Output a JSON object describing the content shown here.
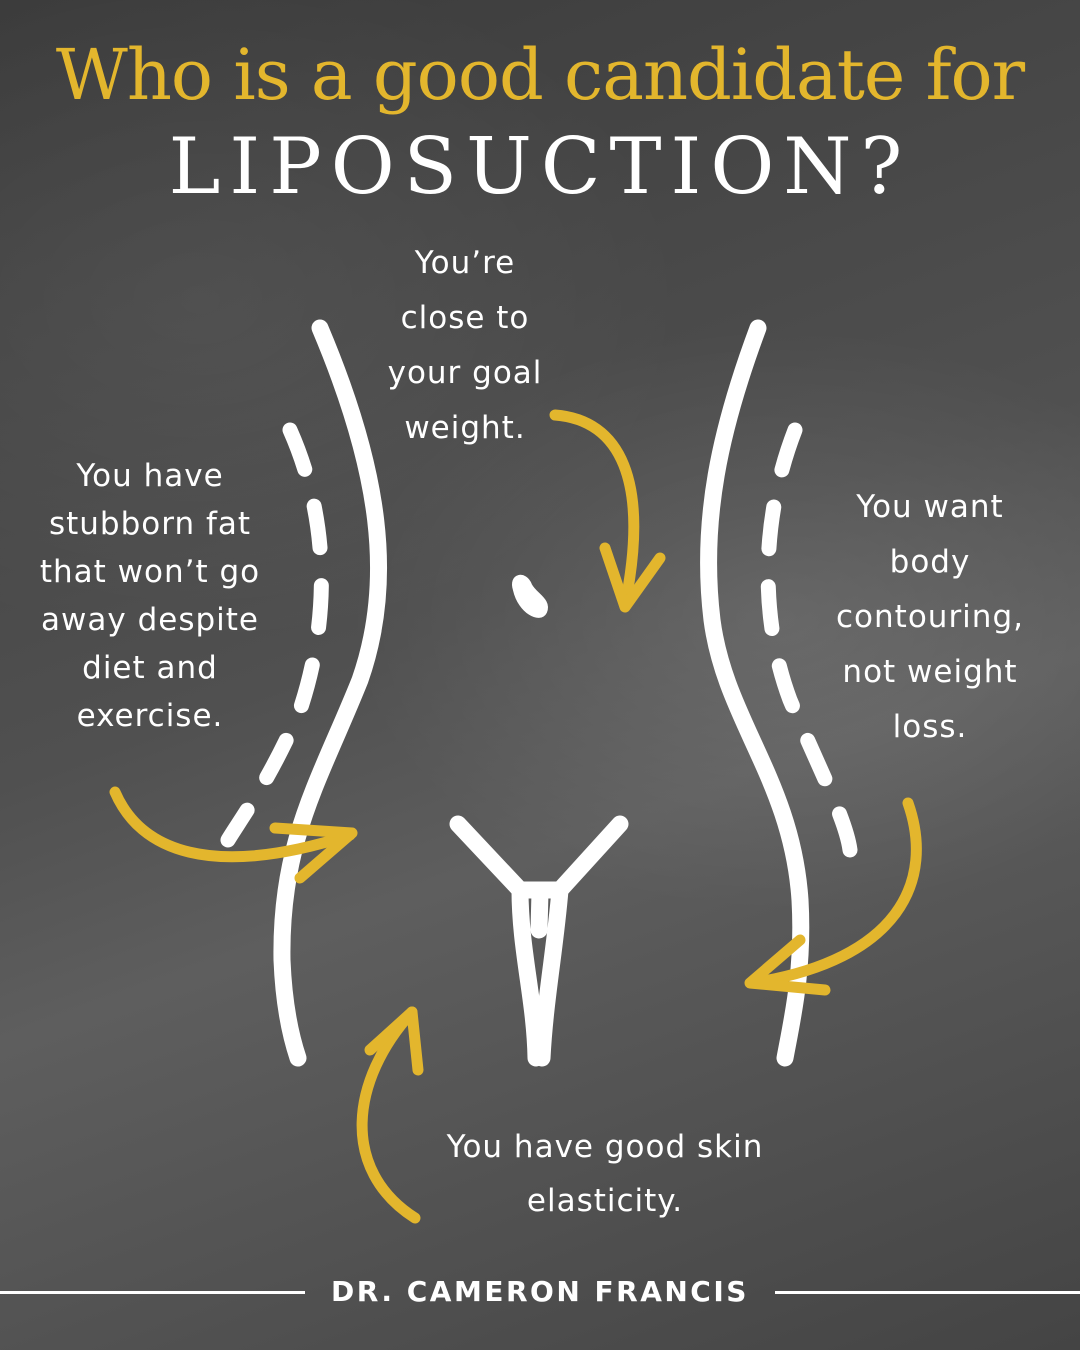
{
  "header": {
    "title_line1": "Who is a good candidate for",
    "title_line2": "LIPOSUCTION?"
  },
  "notes": {
    "top": [
      "You’re",
      "close to",
      "your goal",
      "weight."
    ],
    "left": [
      "You have",
      "stubborn fat",
      "that won’t go",
      "away despite",
      "diet and",
      "exercise."
    ],
    "right": [
      "You want",
      "body",
      "contouring,",
      "not weight",
      "loss."
    ],
    "bottom": [
      "You have good skin",
      "elasticity."
    ]
  },
  "footer": {
    "name": "DR. CAMERON FRANCIS"
  },
  "colors": {
    "accent": "#e3b62d",
    "lines": "#ffffff",
    "background": "#4a4a4a"
  },
  "icons": [
    "body-outline-icon",
    "navel-icon",
    "groin-icon",
    "arrow-icon"
  ]
}
